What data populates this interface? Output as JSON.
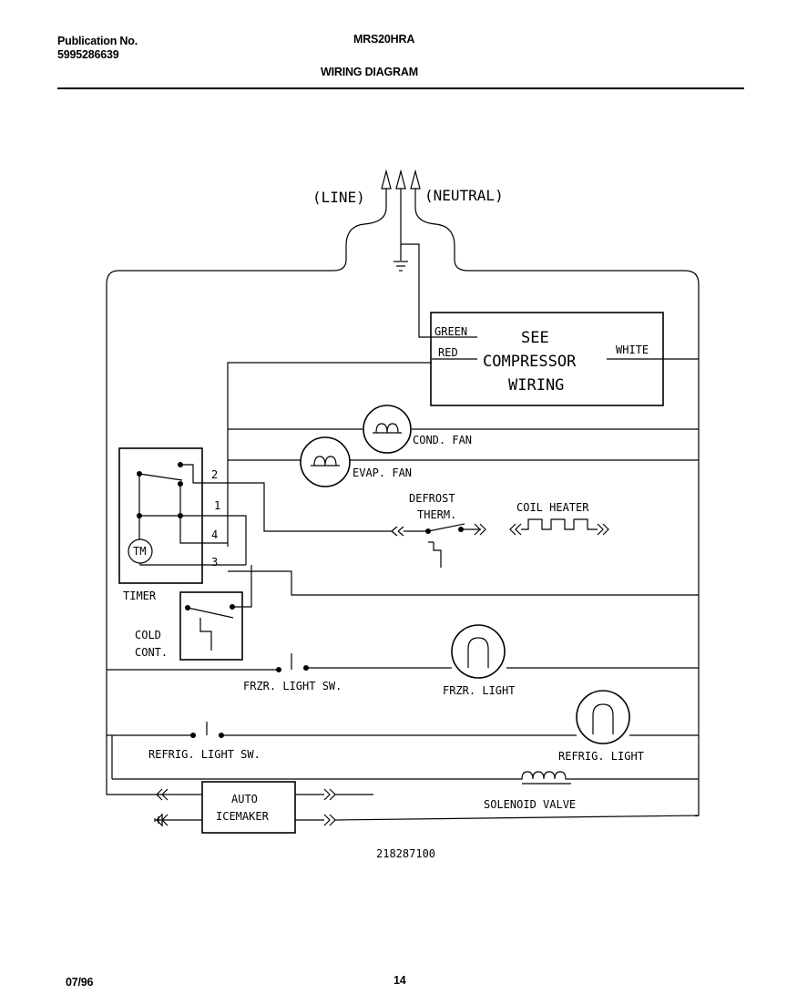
{
  "header": {
    "publication_label": "Publication No.",
    "publication_number": "5995286639",
    "model": "MRS20HRA",
    "title": "WIRING DIAGRAM"
  },
  "diagram": {
    "line": "(LINE)",
    "neutral": "(NEUTRAL)",
    "green": "GREEN",
    "red": "RED",
    "white": "WHITE",
    "compressor_1": "SEE",
    "compressor_2": "COMPRESSOR",
    "compressor_3": "WIRING",
    "cond_fan": "COND. FAN",
    "evap_fan": "EVAP. FAN",
    "defrost_1": "DEFROST",
    "defrost_2": "THERM.",
    "coil_heater": "COIL HEATER",
    "timer": "TIMER",
    "tm": "TM",
    "t1": "1",
    "t2": "2",
    "t3": "3",
    "t4": "4",
    "cold_1": "COLD",
    "cold_2": "CONT.",
    "frzr_light_sw": "FRZR. LIGHT SW.",
    "frzr_light": "FRZR. LIGHT",
    "refrig_light_sw": "REFRIG. LIGHT SW.",
    "refrig_light": "REFRIG. LIGHT",
    "auto_1": "AUTO",
    "auto_2": "ICEMAKER",
    "solenoid": "SOLENOID VALVE",
    "part_number": "218287100"
  },
  "footer": {
    "date": "07/96",
    "page": "14"
  }
}
